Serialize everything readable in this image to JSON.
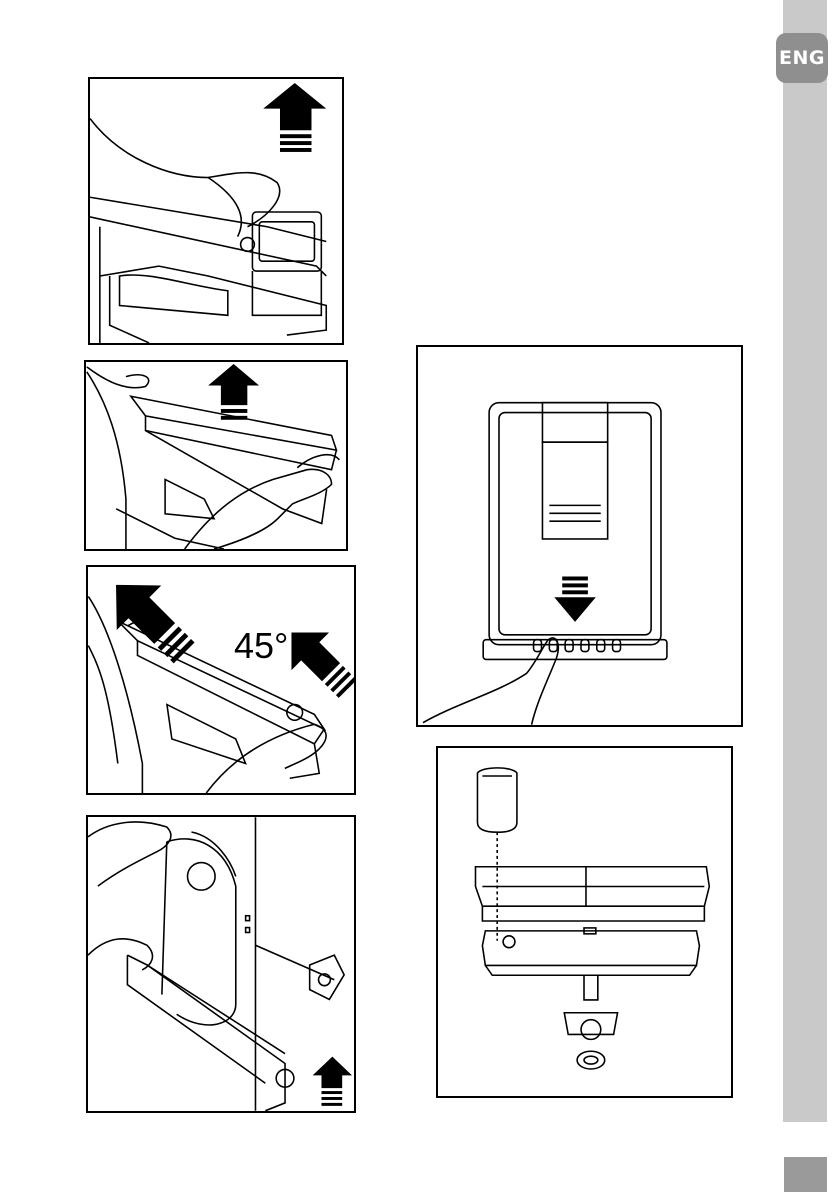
{
  "language_tab": {
    "label": "ENG"
  },
  "page_number": "",
  "figures": [
    {
      "id": "fig-lift-door-bin",
      "caption": ""
    },
    {
      "id": "fig-lift-shelf",
      "caption": ""
    },
    {
      "id": "fig-tilt-45",
      "caption": "",
      "angle_label": "45°"
    },
    {
      "id": "fig-remove-tank",
      "caption": ""
    },
    {
      "id": "fig-press-dispenser",
      "caption": ""
    },
    {
      "id": "fig-exploded-tank",
      "caption": ""
    }
  ],
  "colors": {
    "strip": "#c9c9c9",
    "tab": "#8f8f8f",
    "line": "#000000"
  }
}
